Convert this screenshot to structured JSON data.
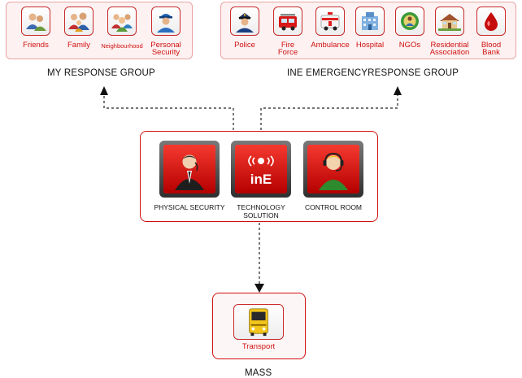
{
  "my_group": {
    "items": [
      {
        "label": "Friends",
        "icon": "friends-icon"
      },
      {
        "label": "Family",
        "icon": "family-icon"
      },
      {
        "label": "Neighbourhood",
        "icon": "neighbourhood-icon"
      },
      {
        "label": "Personal Security",
        "icon": "personal-security-icon"
      }
    ],
    "title": "MY RESPONSE GROUP"
  },
  "ine_group": {
    "items": [
      {
        "label": "Police",
        "icon": "police-icon"
      },
      {
        "label": "Fire Force",
        "icon": "fire-force-icon"
      },
      {
        "label": "Ambulance",
        "icon": "ambulance-icon"
      },
      {
        "label": "Hospital",
        "icon": "hospital-icon"
      },
      {
        "label": "NGOs",
        "icon": "ngos-icon"
      },
      {
        "label": "Residential Association",
        "icon": "residential-association-icon"
      },
      {
        "label": "Blood Bank",
        "icon": "blood-bank-icon"
      }
    ],
    "title": "INE EMERGENCYRESPONSE GROUP"
  },
  "center": {
    "items": [
      {
        "label": "PHYSICAL SECURITY",
        "icon": "security-guard-icon"
      },
      {
        "label": "TECHNOLOGY SOLUTION",
        "icon": "ine-logo-icon",
        "logo_text": "inE"
      },
      {
        "label": "CONTROL ROOM",
        "icon": "operator-headset-icon"
      }
    ]
  },
  "mass": {
    "items": [
      {
        "label": "Transport",
        "icon": "bus-icon"
      }
    ],
    "title": "MASS"
  },
  "colors": {
    "accent": "#d01010",
    "panel_bg": "#fdf1f1",
    "panel_border": "#e9a4a4"
  }
}
